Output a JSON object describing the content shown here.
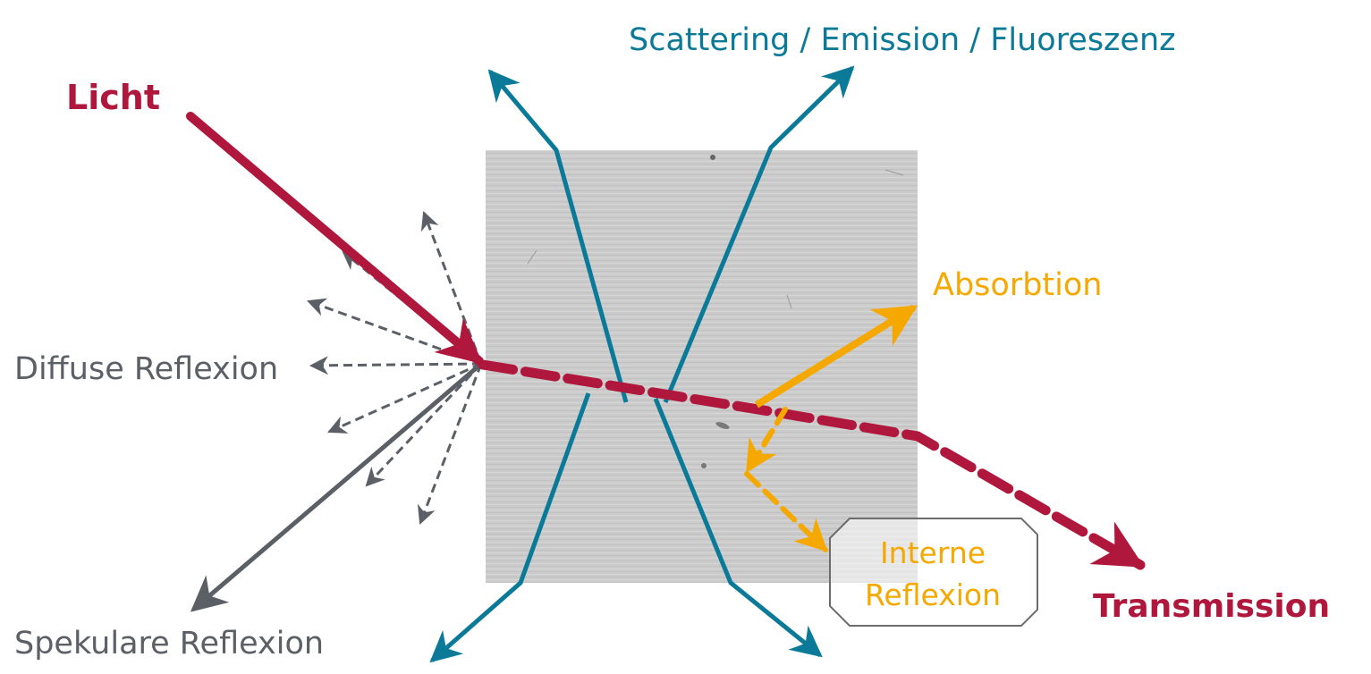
{
  "colors": {
    "light": "#b0173c",
    "scatter": "#0b7a99",
    "absorption": "#f5a800",
    "reflection": "#5b5f66",
    "sample_fill": "#c9c9c9",
    "box_border": "#6c6c6c"
  },
  "labels": {
    "light": "Licht",
    "scattering": "Scattering / Emission / Fluoreszenz",
    "absorption": "Absorbtion",
    "diffuse": "Diffuse Reflexion",
    "specular": "Spekulare Reflexion",
    "transmission": "Transmission",
    "internal_line1": "Interne",
    "internal_line2": "Reflexion"
  }
}
